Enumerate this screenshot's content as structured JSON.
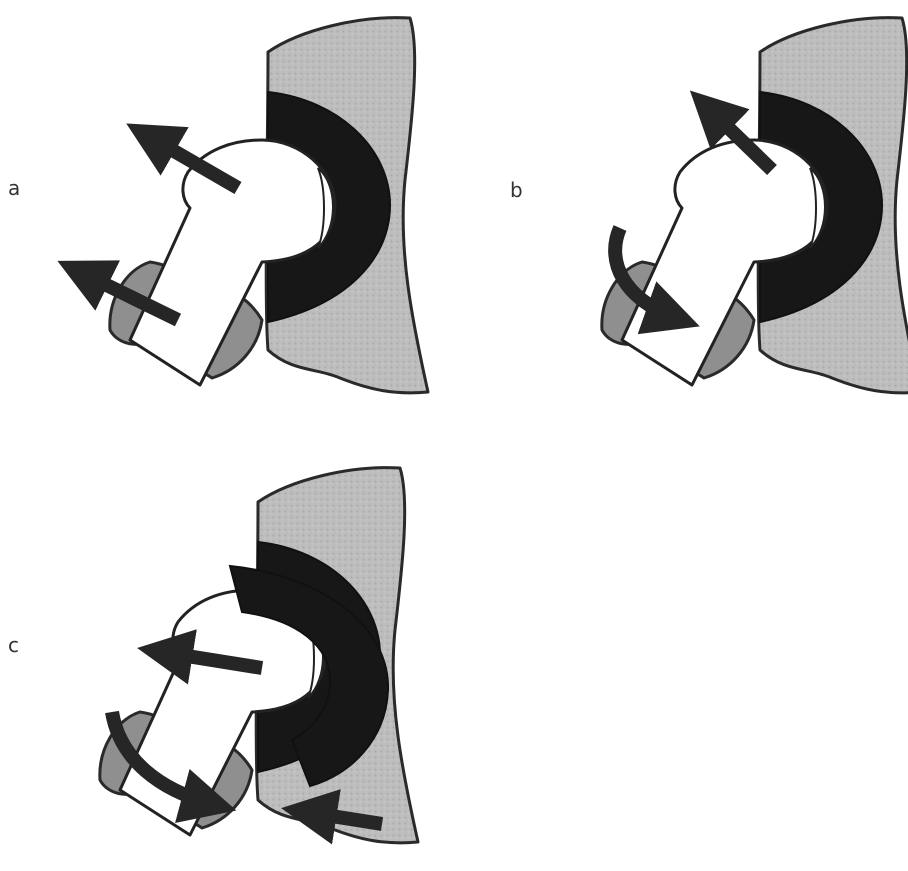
{
  "figure": {
    "panels": [
      {
        "id": "a",
        "label": "a"
      },
      {
        "id": "b",
        "label": "b"
      },
      {
        "id": "c",
        "label": "c"
      }
    ],
    "colors": {
      "scapula": "#bdbdbd",
      "scapula_texture": "#a9a9a9",
      "labrum": "#171717",
      "humerus": "#ffffff",
      "tuberosity": "#8f8f8f",
      "outline": "#222222",
      "arrow": "#262626"
    },
    "icons": {
      "force_arrow": "straight-arrow-icon",
      "rotation_arrow": "curved-arrow-icon"
    }
  }
}
